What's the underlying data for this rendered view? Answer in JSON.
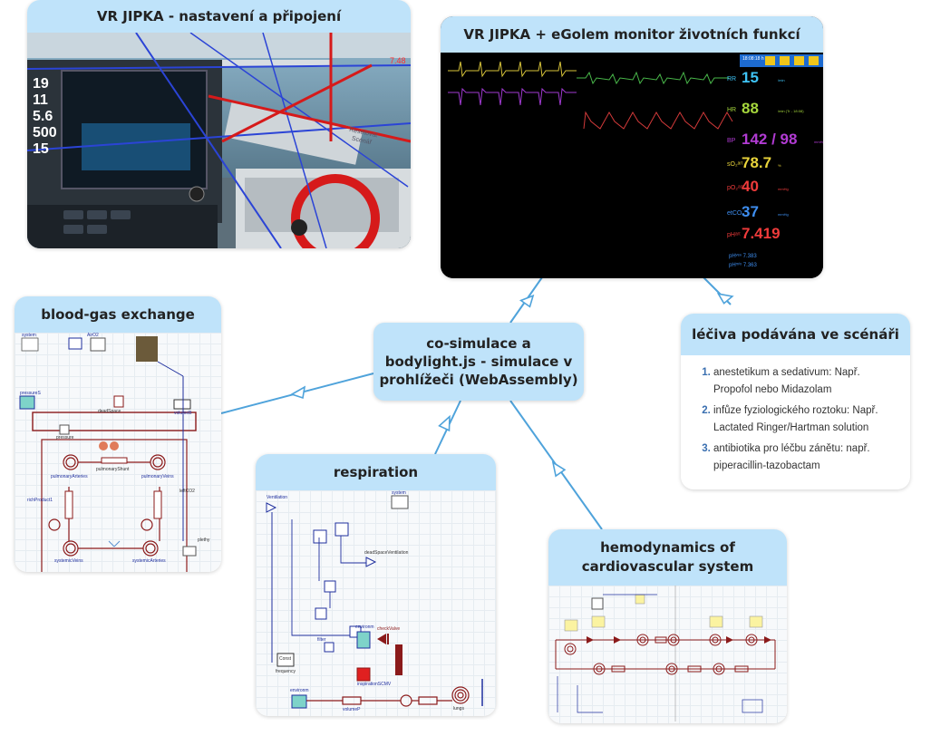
{
  "central": {
    "line1": "co-simulace a",
    "line2": "bodylight.js - simulace v",
    "line3": "prohlížeči (WebAssembly)"
  },
  "vr_setup": {
    "title": "VR JIPKA - nastavení a připojení",
    "screen_values": [
      "19",
      "11",
      "5.6",
      "500",
      "15"
    ],
    "panel_label_line1": "Resetovat",
    "panel_label_line2": "Scénář",
    "red_value": "7.48"
  },
  "monitor": {
    "title": "VR JIPKA + eGolem monitor životních funkcí",
    "clock": "18:08:18 h",
    "rows": [
      {
        "label": "RR",
        "value": "15",
        "unit": "/min",
        "color": "#3ec3f5"
      },
      {
        "label": "HR",
        "value": "88",
        "unit": "/min (Tr - 18:08)",
        "color": "#a5d63c"
      },
      {
        "label": "BP",
        "value": "142 / 98",
        "unit": "mmHg",
        "color": "#b13bd3"
      },
      {
        "label": "sO₂ᵃʳᵗ",
        "value": "78.7",
        "unit": "%",
        "color": "#e9d43b"
      },
      {
        "label": "pO₂ᵃʳᵗ",
        "value": "40",
        "unit": "mmHg",
        "color": "#ef3b3b"
      },
      {
        "label": "etCO₂",
        "value": "37",
        "unit": "mmHg",
        "color": "#3e8ef0"
      },
      {
        "label": "pHᵃʳᵗ",
        "value": "7.419",
        "unit": "",
        "color": "#ef3b3b"
      }
    ],
    "ph_ven": "pHᵛᵉⁿ 7.383",
    "ph_mix": "pHᵐⁱˣ 7.363"
  },
  "blood_gas": {
    "title": "blood-gas exchange",
    "labels": {
      "system": "system",
      "airo2": "AirO2",
      "pressure": "pressureS",
      "volume": "volumeB",
      "dead_space": "deadSpace",
      "pressure_small": "pressure",
      "pulmonary_arteries": "pulmonaryArteries",
      "pulmonary_shunt": "pulmonaryShunt",
      "pulmonary_veins": "pulmonaryVeins",
      "systemic_veins": "systemicVeins",
      "systemic_arteries": "systemicArteries",
      "rich_product": "richProduct1",
      "left_co2": "leftCO2",
      "plethy": "plethy"
    }
  },
  "respiration": {
    "title": "respiration",
    "labels": {
      "ventilation": "Ventilation",
      "system": "system",
      "dead_space_ventilation": "deadSpaceVentilation",
      "environment": "environm",
      "check_valve": "checkValve",
      "filter": "filter",
      "frequency": "frequency",
      "const": "Const",
      "inspiration": "inspirationSCMV",
      "volume": "volumeP",
      "lungs": "lungs",
      "env_small": "environm"
    }
  },
  "drugs": {
    "title": "léčiva podávána ve scénáři",
    "items": [
      "anestetikum a sedativum: Např. Propofol nebo Midazolam",
      "infůze fyziologického roztoku: Např. Lactated Ringer/Hartman solution",
      "antibiotika pro léčbu zánětu: např. piperacillin-tazobactam"
    ]
  },
  "hemodynamics": {
    "title_line1": "hemodynamics of",
    "title_line2": "cardiovascular system"
  },
  "colors": {
    "header": "#bfe3fa",
    "connector": "#4fa3db",
    "monitor_bg": "#000000",
    "wire_red": "#8b1a1a",
    "wire_blue": "#1f2f9e"
  }
}
